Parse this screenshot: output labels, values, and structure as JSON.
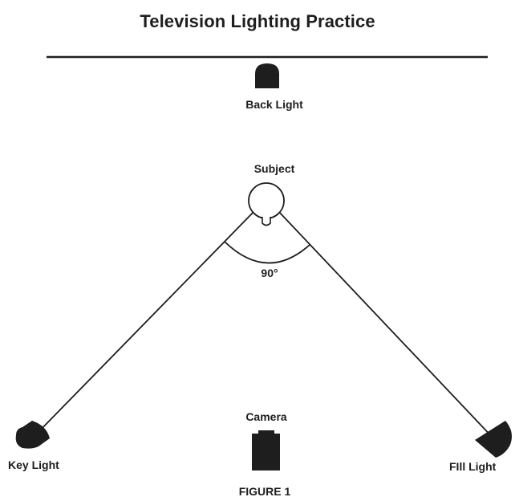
{
  "diagram": {
    "title": "Television Lighting Practice",
    "back_light_label": "Back Light",
    "subject_label": "Subject",
    "angle_label": "90°",
    "camera_label": "Camera",
    "key_light_label": "Key Light",
    "fill_light_label": "FIll Light",
    "figure_label": "FIGURE 1"
  },
  "colors": {
    "ink": "#1e1e1e",
    "background": "#ffffff"
  }
}
